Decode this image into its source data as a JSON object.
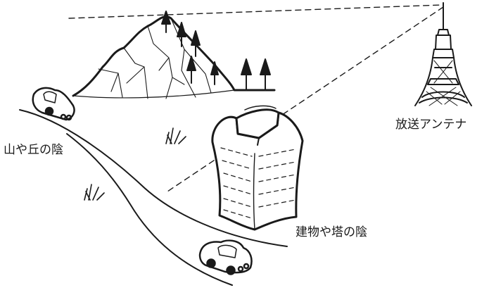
{
  "labels": {
    "mountain_shadow": "山や丘の陰",
    "building_shadow": "建物や塔の陰",
    "broadcast_antenna": "放送アンテナ"
  },
  "colors": {
    "ink": "#1a1a1a",
    "background": "#ffffff",
    "building_fill": "#ffffff"
  },
  "icons": [
    "broadcast-tower-icon",
    "mountain-icon",
    "tree-icon",
    "building-icon",
    "car-icon",
    "grass-icon"
  ]
}
